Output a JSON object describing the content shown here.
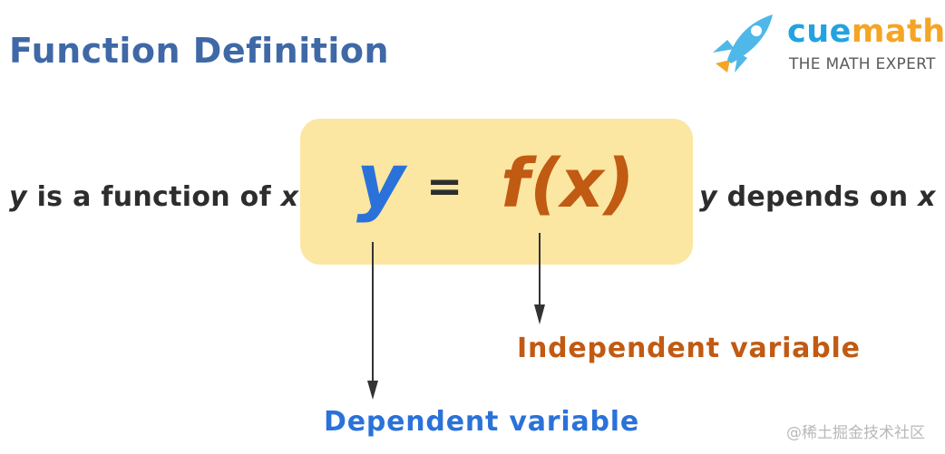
{
  "title": "Function Definition",
  "logo": {
    "brand_part1": "cue",
    "brand_part2": "math",
    "tagline": "THE MATH EXPERT",
    "icon": "rocket-icon",
    "colors": {
      "rocket_body": "#4fb8e8",
      "flame": "#f5a524",
      "brand_blue": "#22a3e0",
      "brand_orange": "#f5a524"
    }
  },
  "left_statement": {
    "var_y": "y",
    "middle": " is a function of ",
    "var_x": "x"
  },
  "right_statement": {
    "var_y": "y",
    "middle": " depends on ",
    "var_x": "x"
  },
  "equation": {
    "lhs": "y",
    "sign": "=",
    "rhs": "f(x)"
  },
  "labels": {
    "independent": "Independent variable",
    "dependent": "Dependent variable"
  },
  "watermark": "@稀土掘金技术社区",
  "colors": {
    "title": "#3f68a6",
    "highlight_box": "#fbe6a2",
    "dependent": "#2a72d9",
    "independent": "#c15a12",
    "text": "#2d2d2d",
    "arrow": "#333333"
  }
}
